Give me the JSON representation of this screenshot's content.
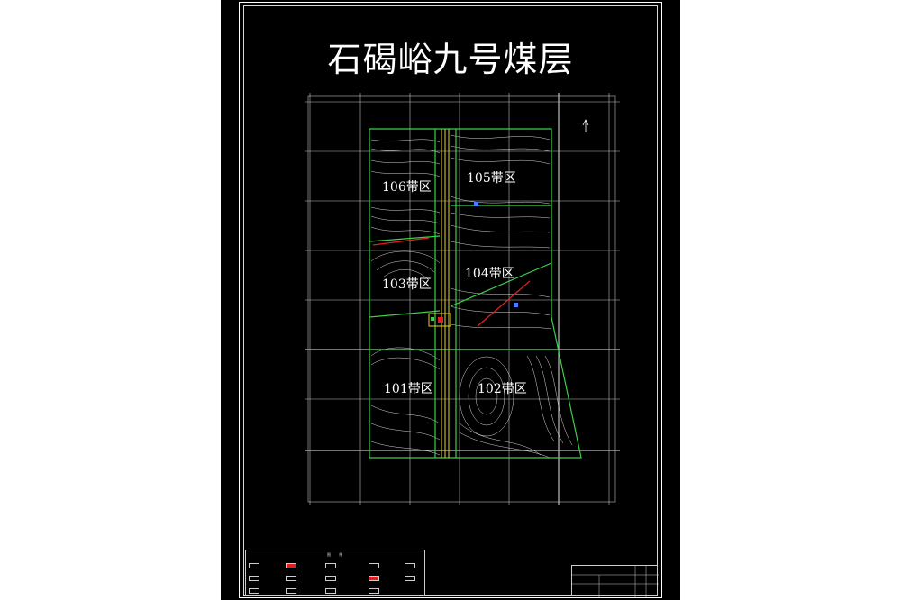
{
  "drawing": {
    "title": "石碣峪九号煤层",
    "zones": [
      {
        "id": "z106",
        "label": "106带区"
      },
      {
        "id": "z105",
        "label": "105带区"
      },
      {
        "id": "z103",
        "label": "103带区"
      },
      {
        "id": "z104",
        "label": "104带区"
      },
      {
        "id": "z101",
        "label": "101带区"
      },
      {
        "id": "z102",
        "label": "102带区"
      }
    ],
    "legend": {
      "title": "图 例",
      "items": [
        "",
        "",
        "",
        "",
        "",
        "",
        "",
        "",
        "",
        "",
        "",
        "",
        "",
        "",
        ""
      ]
    },
    "title_block": {
      "text": ""
    }
  },
  "colors": {
    "background": "#000000",
    "boundary": "#3ecf4a",
    "contour": "#ffffff",
    "shaft": "#e6d21e",
    "fault": "#e02020",
    "grid": "#bdbdbd"
  }
}
